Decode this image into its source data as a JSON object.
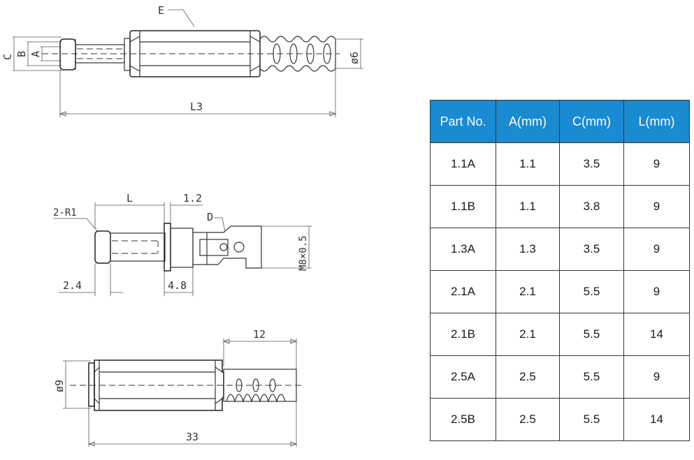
{
  "drawing_top": {
    "label_e": "E",
    "label_c": "C",
    "label_b": "B",
    "label_a": "A",
    "label_dia": "ø6",
    "label_l3": "L3"
  },
  "drawing_middle": {
    "label_r": "2-R1",
    "label_l": "L",
    "label_1_2": "1.2",
    "label_d": "D",
    "label_thread": "M8×0.5",
    "label_2_4": "2.4",
    "label_4_8": "4.8"
  },
  "drawing_bottom": {
    "label_12": "12",
    "label_dia": "ø9",
    "label_33": "33"
  },
  "table": {
    "headers": [
      "Part No.",
      "A(mm)",
      "C(mm)",
      "L(mm)"
    ],
    "rows": [
      [
        "1.1A",
        "1.1",
        "3.5",
        "9"
      ],
      [
        "1.1B",
        "1.1",
        "3.8",
        "9"
      ],
      [
        "1.3A",
        "1.3",
        "3.5",
        "9"
      ],
      [
        "2.1A",
        "2.1",
        "5.5",
        "9"
      ],
      [
        "2.1B",
        "2.1",
        "5.5",
        "14"
      ],
      [
        "2.5A",
        "2.5",
        "5.5",
        "9"
      ],
      [
        "2.5B",
        "2.5",
        "5.5",
        "14"
      ]
    ]
  }
}
